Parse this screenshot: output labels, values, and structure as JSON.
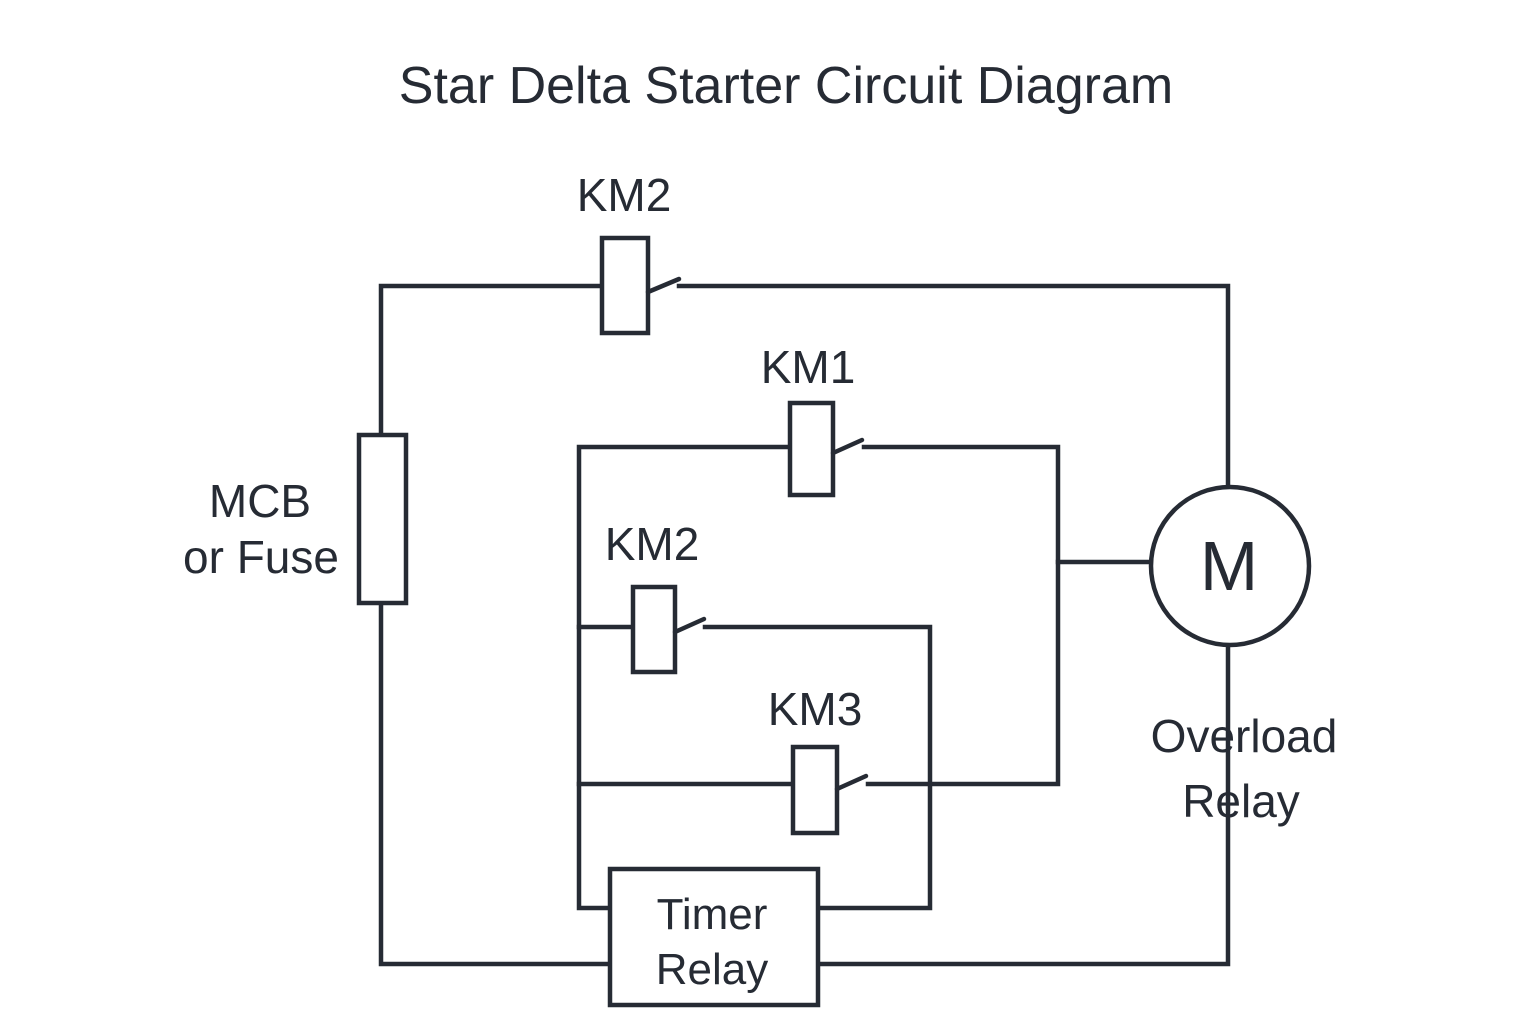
{
  "title": "Star Delta Starter Circuit Diagram",
  "colors": {
    "line": "#262b34",
    "text": "#262b34",
    "background": "#ffffff"
  },
  "components": {
    "km2_main": {
      "label": "KM2"
    },
    "km1": {
      "label": "KM1"
    },
    "km2_star": {
      "label": "KM2"
    },
    "km3": {
      "label": "KM3"
    },
    "mcb": {
      "label_line1": "MCB",
      "label_line2": "or Fuse"
    },
    "motor": {
      "label": "M"
    },
    "overload": {
      "label_line1": "Overload",
      "label_line2": "Relay"
    },
    "timer": {
      "label_line1": "Timer",
      "label_line2": "Relay"
    }
  }
}
